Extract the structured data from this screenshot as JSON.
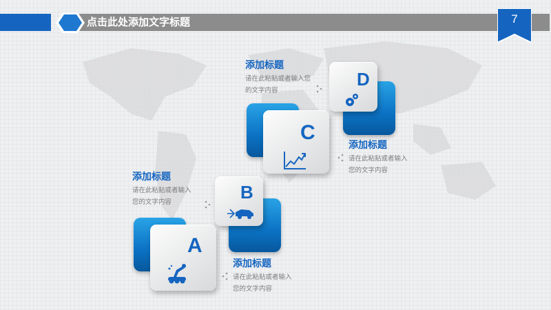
{
  "header": {
    "title": "点击此处添加文字标题",
    "page_number": "7"
  },
  "steps": [
    {
      "letter": "A",
      "icon": "robot-arm-icon",
      "title": "添加标题",
      "desc_line1": "请在此粘贴或者输入",
      "desc_line2": "您的文字内容"
    },
    {
      "letter": "B",
      "icon": "circuit-car-icon",
      "title": "添加标题",
      "desc_line1": "请在此粘贴或者输入",
      "desc_line2": "您的文字内容"
    },
    {
      "letter": "C",
      "icon": "growth-chart-icon",
      "title": "添加标题",
      "desc_line1": "请在此粘贴或者输入",
      "desc_line2": "您的文字内容"
    },
    {
      "letter": "D",
      "icon": "gears-icon",
      "title": "添加标题",
      "desc_line1": "请在此粘贴或者输入您",
      "desc_line2": "的文字内容"
    }
  ],
  "colors": {
    "accent": "#1565c0",
    "header_bar": "#8c8c8c",
    "tile_blue": "#0b72c4"
  }
}
